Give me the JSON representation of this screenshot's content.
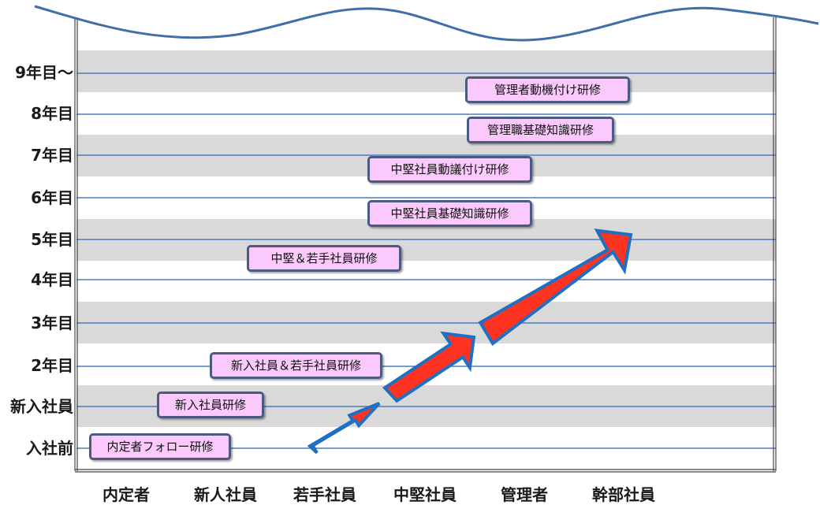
{
  "rows": [
    {
      "label": "9年目～"
    },
    {
      "label": "8年目"
    },
    {
      "label": "7年目"
    },
    {
      "label": "6年目"
    },
    {
      "label": "5年目"
    },
    {
      "label": "4年目"
    },
    {
      "label": "3年目"
    },
    {
      "label": "2年目"
    },
    {
      "label": "新入社員"
    },
    {
      "label": "入社前"
    }
  ],
  "stages": [
    "内定者",
    "新人社員",
    "若手社員",
    "中堅社員",
    "管理者",
    "幹部社員"
  ],
  "trainings": [
    {
      "label": "管理者動機付け研修"
    },
    {
      "label": "管理職基礎知識研修"
    },
    {
      "label": "中堅社員動議付け研修"
    },
    {
      "label": "中堅社員基礎知識研修"
    },
    {
      "label": "中堅＆若手社員研修"
    },
    {
      "label": "新入社員＆若手社員研修"
    },
    {
      "label": "新入社員研修"
    },
    {
      "label": "内定者フォロー研修"
    }
  ],
  "colors": {
    "band": "#d9d9d9",
    "gridline": "#4a7bc0",
    "box_fill": "#fcc9fc",
    "box_border": "#4a5a82",
    "arrow_fill": "#ff3322",
    "arrow_stroke": "#1f6fc2"
  }
}
